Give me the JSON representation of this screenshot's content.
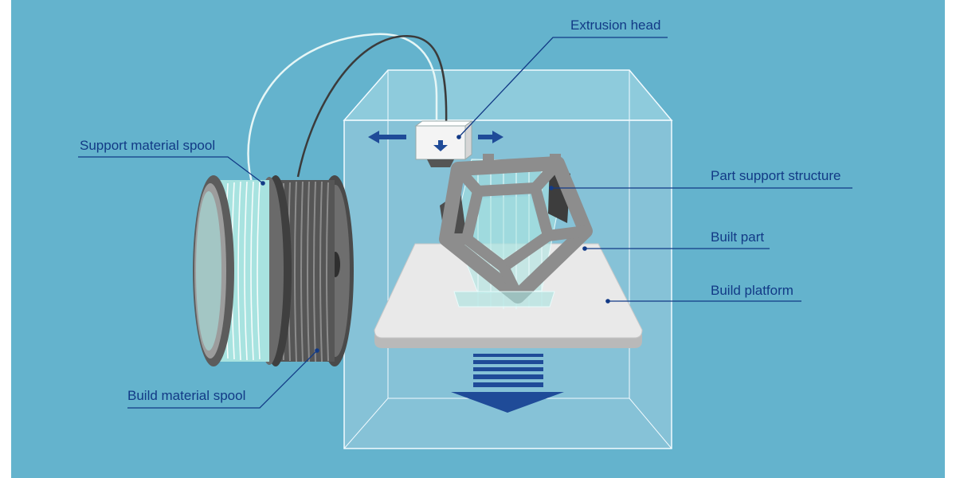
{
  "colors": {
    "background": "#64b3cd",
    "label_text": "#123a86",
    "leader_line": "#123a86",
    "arrow": "#1f4b98",
    "support_filament": "#a8e3e0",
    "build_filament": "#6a6a6a",
    "part_frame": "#8d8d8d",
    "platform": "#e9e9e9"
  },
  "labels": {
    "extrusion_head": "Extrusion head",
    "support_material_spool": "Support material spool",
    "part_support_structure": "Part support structure",
    "built_part": "Built part",
    "build_platform": "Build platform",
    "build_material_spool": "Build material spool"
  },
  "icons": {
    "motion_arrows": "left-right-arrow-icon",
    "platform_motion": "down-arrow-icon"
  }
}
